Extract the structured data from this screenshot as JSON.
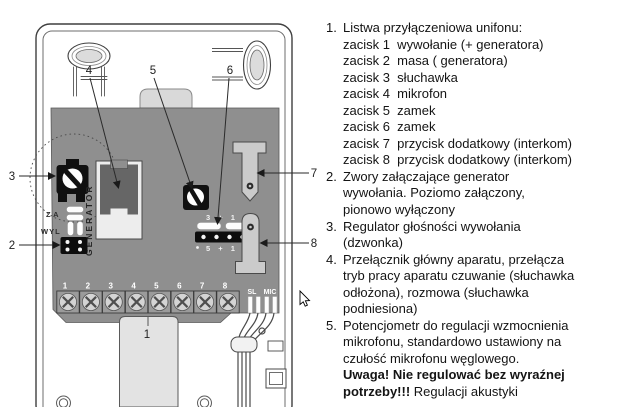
{
  "diagram": {
    "callouts": [
      "1",
      "2",
      "3",
      "4",
      "5",
      "6",
      "7",
      "8"
    ],
    "labels": {
      "generator": "GENERATOR",
      "za": "ZA",
      "wyl": "WYL",
      "jumper_row_top": "3 + 1",
      "jumper_row_bottom": "5 + 1",
      "sl": "SL",
      "mic": "MIC"
    },
    "terminals": [
      "1",
      "2",
      "3",
      "4",
      "5",
      "6",
      "7",
      "8"
    ],
    "colors": {
      "pcb": "#8f8f8f",
      "case_outline": "#3f3f3f",
      "component_dark": "#666666",
      "component_black": "#101010",
      "light_gray": "#dcdcdc"
    }
  },
  "legend": {
    "items": [
      {
        "num": "1.",
        "lines": [
          [
            {
              "t": "Listwa przyłączeniowa unifonu:",
              "b": false
            }
          ],
          [
            {
              "t": "zacisk 1  wywołanie (+ generatora)",
              "b": false
            }
          ],
          [
            {
              "t": "zacisk 2  masa ( generatora)",
              "b": false
            }
          ],
          [
            {
              "t": "zacisk 3  słuchawka",
              "b": false
            }
          ],
          [
            {
              "t": "zacisk 4  mikrofon",
              "b": false
            }
          ],
          [
            {
              "t": "zacisk 5  zamek",
              "b": false
            }
          ],
          [
            {
              "t": "zacisk 6  zamek",
              "b": false
            }
          ],
          [
            {
              "t": "zacisk 7  przycisk dodatkowy (interkom)",
              "b": false
            }
          ],
          [
            {
              "t": "zacisk 8  przycisk dodatkowy (interkom)",
              "b": false
            }
          ]
        ]
      },
      {
        "num": "2.",
        "lines": [
          [
            {
              "t": "Zwory załączające generator",
              "b": false
            }
          ],
          [
            {
              "t": "wywołania. Poziomo załączony,",
              "b": false
            }
          ],
          [
            {
              "t": "pionowo wyłączony",
              "b": false
            }
          ]
        ]
      },
      {
        "num": "3.",
        "lines": [
          [
            {
              "t": "Regulator głośności wywołania",
              "b": false
            }
          ],
          [
            {
              "t": "(dzwonka)",
              "b": false
            }
          ]
        ]
      },
      {
        "num": "4.",
        "lines": [
          [
            {
              "t": "Przełącznik główny aparatu, przełącza",
              "b": false
            }
          ],
          [
            {
              "t": "tryb pracy aparatu czuwanie (słuchawka",
              "b": false
            }
          ],
          [
            {
              "t": "odłożona), rozmowa (słuchawka",
              "b": false
            }
          ],
          [
            {
              "t": "podniesiona)",
              "b": false
            }
          ]
        ]
      },
      {
        "num": "5.",
        "lines": [
          [
            {
              "t": "Potencjometr do regulacji wzmocnienia",
              "b": false
            }
          ],
          [
            {
              "t": "mikrofonu, standardowo ustawiony na",
              "b": false
            }
          ],
          [
            {
              "t": "czułość mikrofonu węglowego.",
              "b": false
            }
          ],
          [
            {
              "t": "Uwaga! Nie regulować bez wyraźnej",
              "b": true
            }
          ],
          [
            {
              "t": "potrzeby!!!",
              "b": true
            },
            {
              "t": " Regulacji akustyki",
              "b": false
            }
          ]
        ]
      }
    ]
  }
}
